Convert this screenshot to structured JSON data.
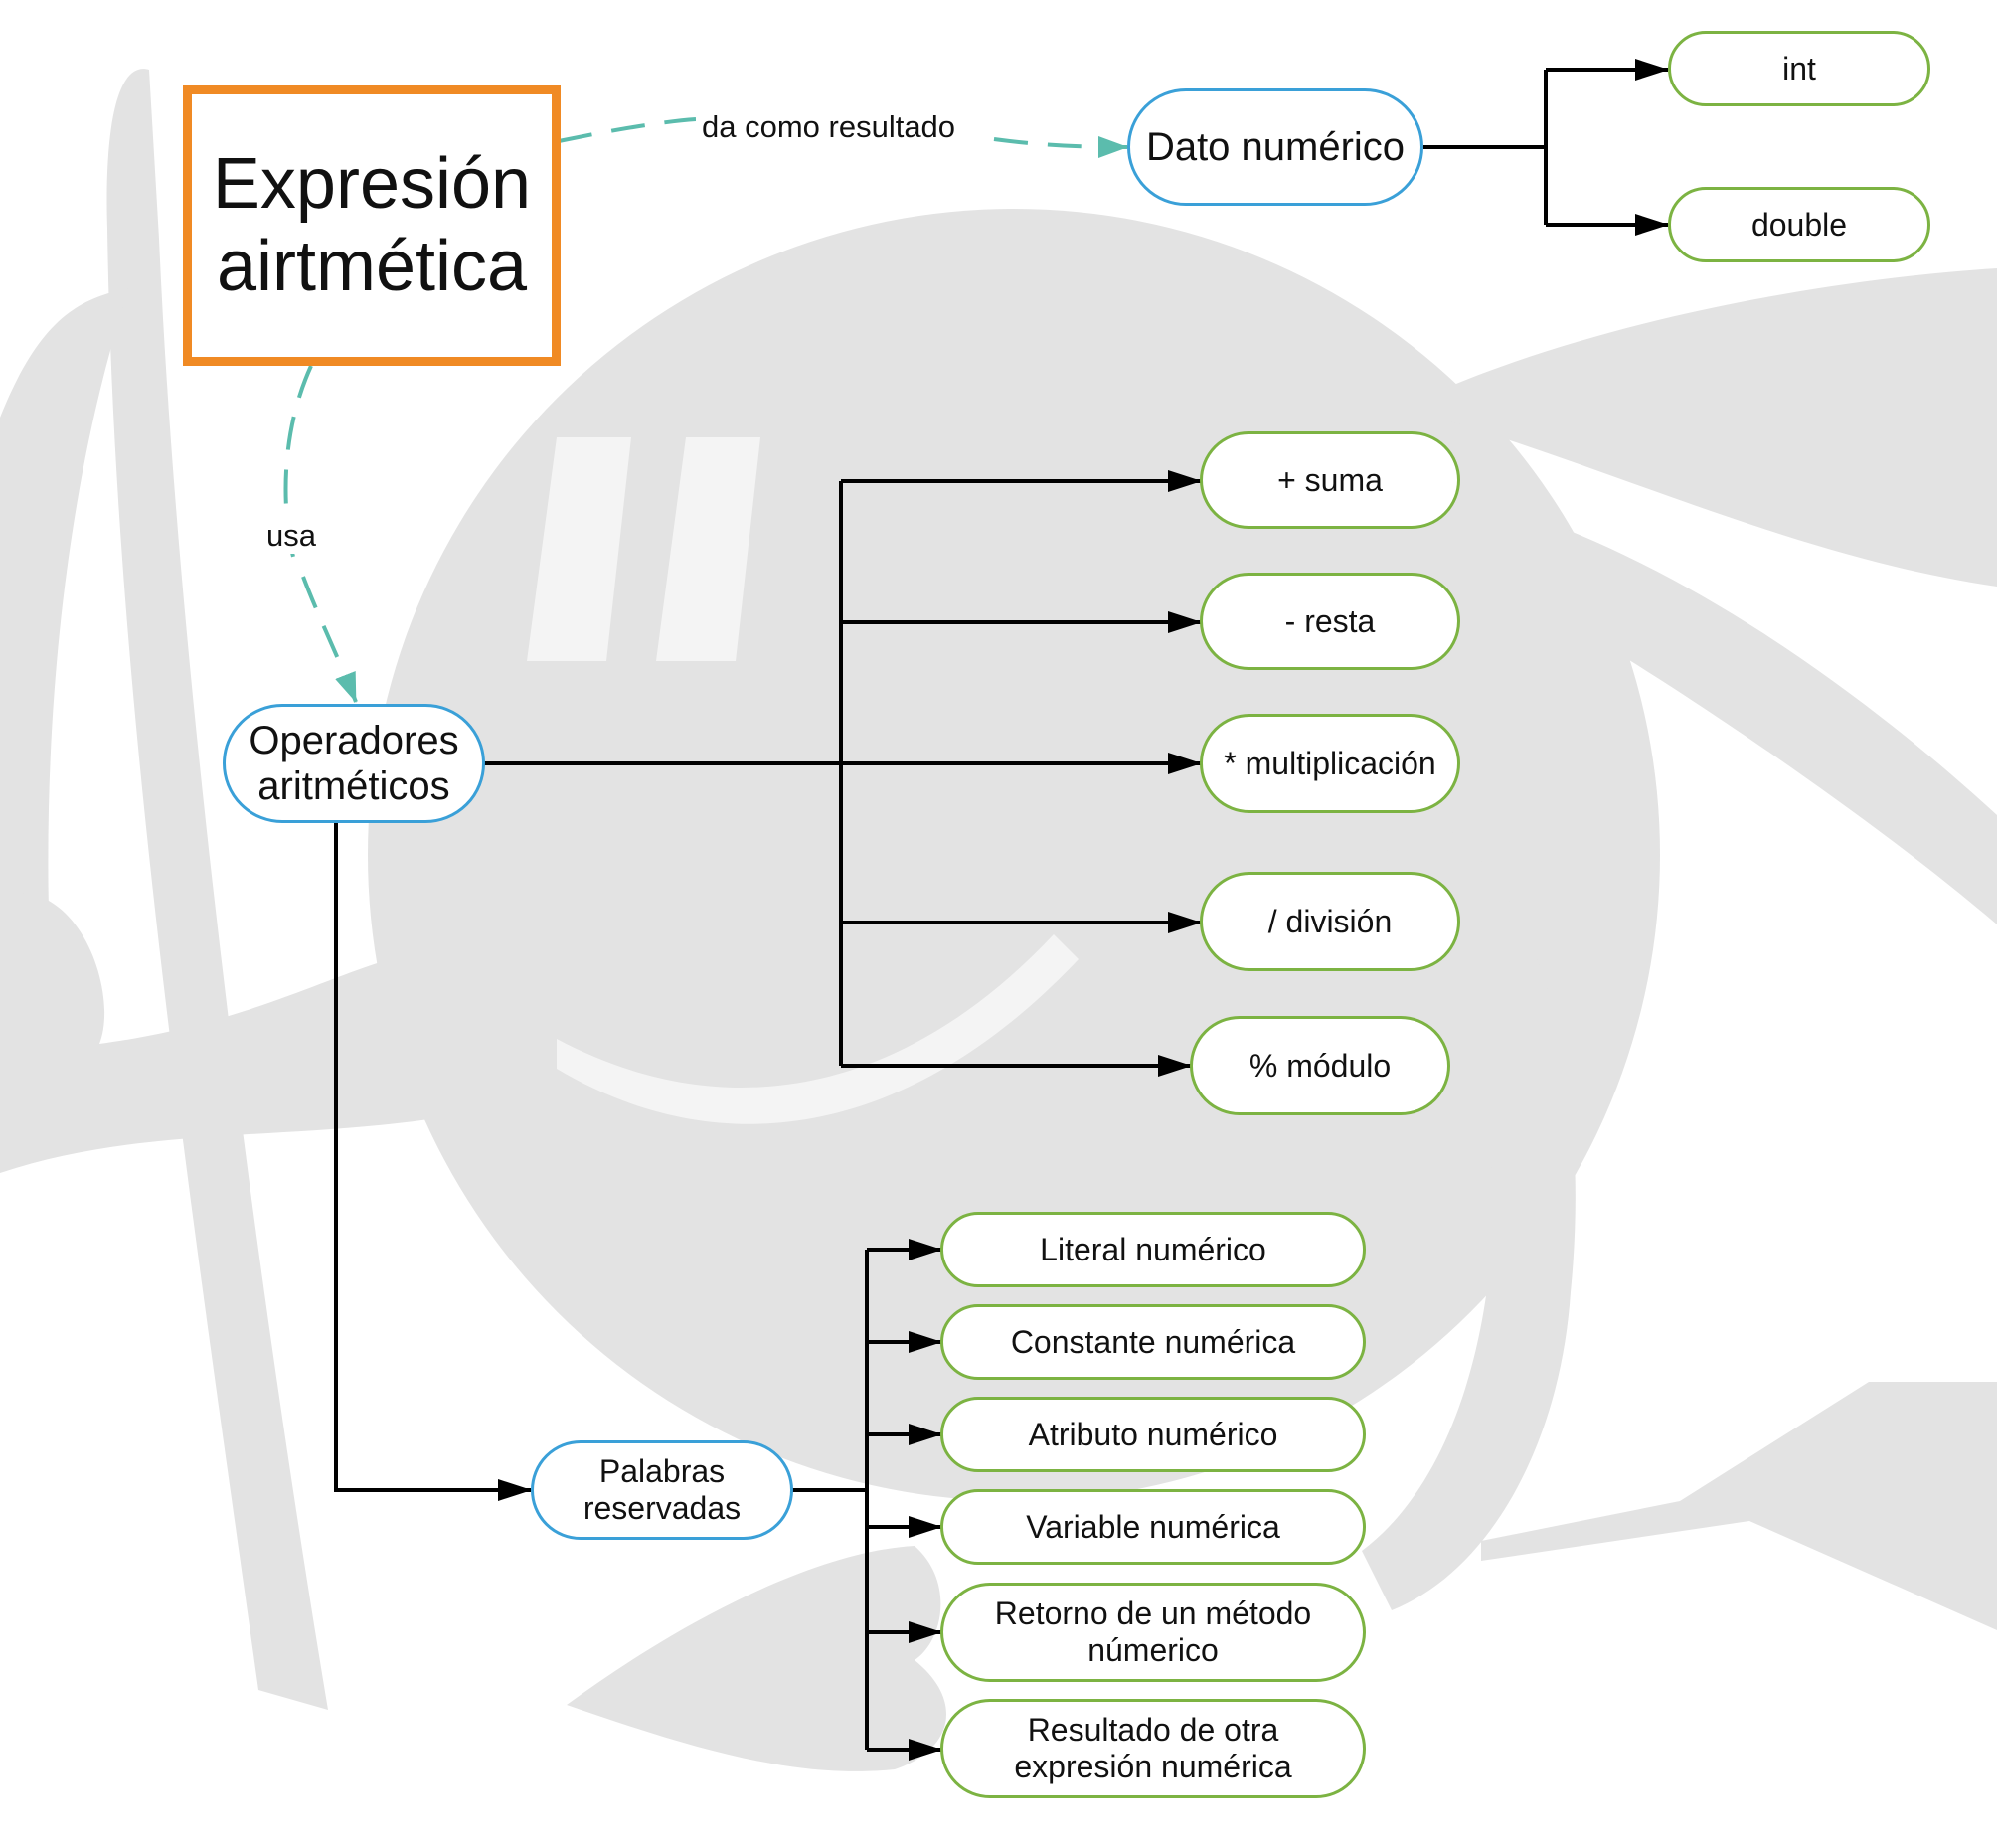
{
  "colors": {
    "main_border": "#f08a24",
    "category_border": "#3aa0d8",
    "leaf_border": "#7cb342",
    "dashed_link": "#5bbcad",
    "solid_link": "#000000",
    "background_art": "#e3e3e3"
  },
  "main": {
    "title": "Expresión airtmética"
  },
  "links": {
    "result_label": "da como resultado",
    "uses_label": "usa"
  },
  "numeric_data": {
    "label": "Dato numérico",
    "types": [
      {
        "label": "int"
      },
      {
        "label": "double"
      }
    ]
  },
  "operators": {
    "label": "Operadores aritméticos",
    "items": [
      {
        "label": "+ suma"
      },
      {
        "label": "- resta"
      },
      {
        "label": "* multiplicación"
      },
      {
        "label": "/ división"
      },
      {
        "label": "% módulo"
      }
    ]
  },
  "reserved_words": {
    "label": "Palabras reservadas",
    "items": [
      {
        "label": "Literal numérico"
      },
      {
        "label": "Constante numérica"
      },
      {
        "label": "Atributo numérico"
      },
      {
        "label": "Variable numérica"
      },
      {
        "label": "Retorno de un método númerico"
      },
      {
        "label": "Resultado de otra expresión numérica"
      }
    ]
  }
}
